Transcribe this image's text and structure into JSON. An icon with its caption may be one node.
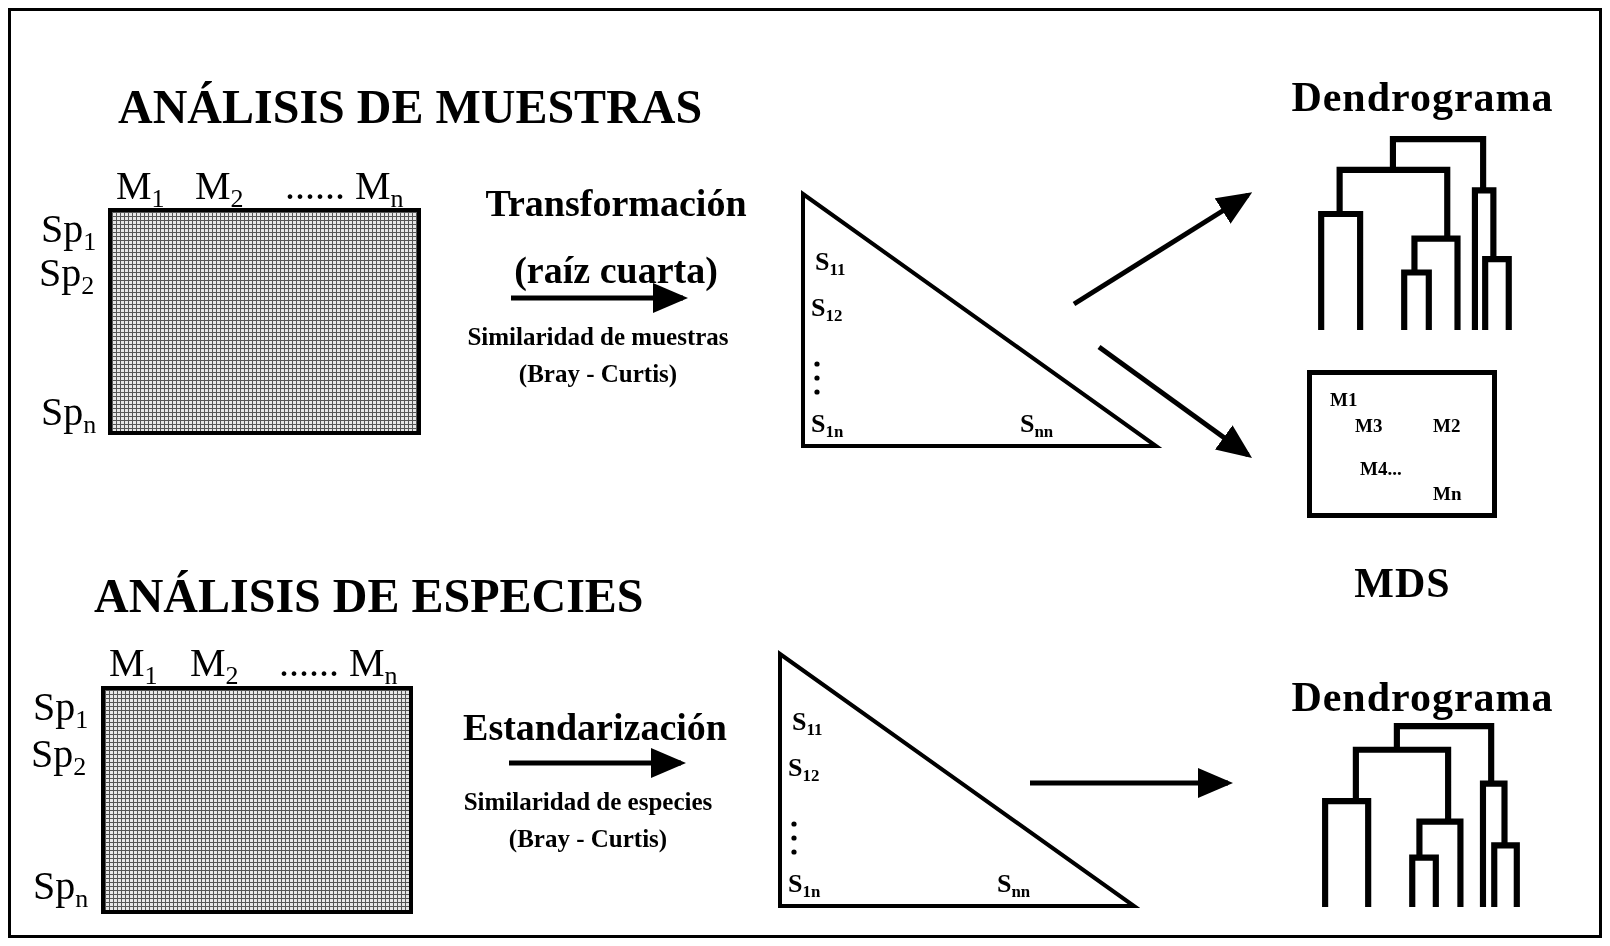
{
  "diagram": {
    "nodes": [
      {
        "text": [],
        "shape": "box",
        "beside": [
          "M$_{1}$",
          "M$_{2}$",
          "...... M$_{n}$",
          "Sp$_{1}$",
          "Sp$_{2}$",
          "Sp$_{n}$"
        ]
      },
      {
        "text": [
          "S$_{11}$",
          "S$_{12}$",
          "S$_{1n}$",
          "S$_{nn}$"
        ]
      },
      {
        "text": [
          "Dendrograma"
        ]
      },
      {
        "text": [
          "M1",
          "M3",
          "M2",
          "M4...",
          "Mn",
          "MDS"
        ]
      },
      {
        "text": [],
        "shape": "box",
        "beside": [
          "M$_{1}$",
          "M$_{2}$",
          "...... M$_{n}$",
          "Sp$_{1}$",
          "Sp$_{2}$",
          "Sp$_{n}$"
        ]
      },
      {
        "text": [
          "S$_{11}$",
          "S$_{12}$",
          "S$_{1n}$",
          "S$_{nn}$"
        ]
      },
      {
        "text": [
          "Dendrograma"
        ]
      }
    ],
    "edges": [
      {
        "from": 0,
        "to": 1,
        "arrow": "to"
      },
      {
        "from": 1,
        "to": 2,
        "arrow": "to"
      },
      {
        "from": 1,
        "to": 3,
        "arrow": "to"
      },
      {
        "from": 4,
        "to": 5,
        "arrow": "to"
      },
      {
        "from": 5,
        "to": 6,
        "arrow": "to"
      }
    ],
    "labels": [
      "ANÁLISIS DE MUESTRAS",
      "Transformación",
      "(raíz cuarta)",
      "Similaridad de muestras (Bray - Curtis)",
      "ANÁLISIS DE ESPECIES",
      "Estandarización",
      "Similaridad de especies (Bray - Curtis)"
    ]
  }
}
